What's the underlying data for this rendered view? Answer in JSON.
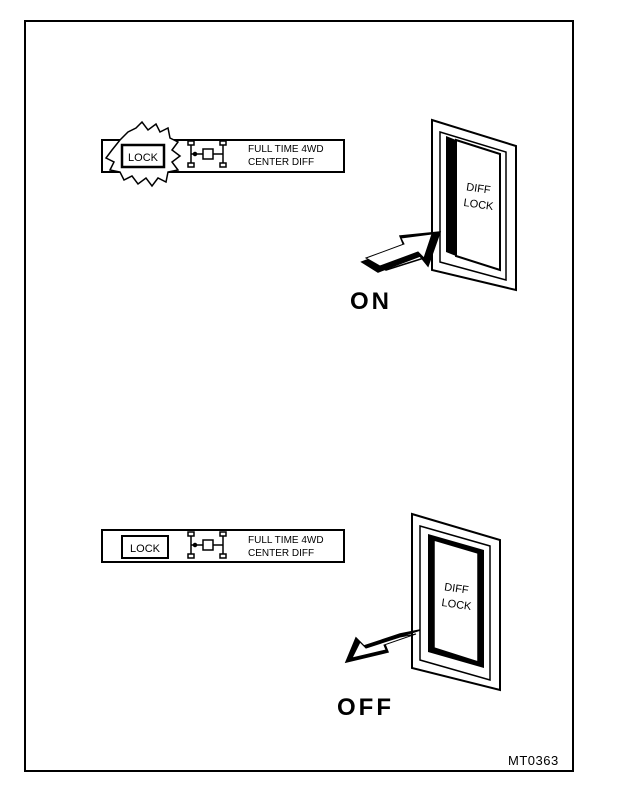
{
  "diagram": {
    "on_state": {
      "indicator": {
        "lock_text": "LOCK",
        "line1": "FULL TIME 4WD",
        "line2": "CENTER DIFF",
        "lit": true
      },
      "switch": {
        "line1": "DIFF",
        "line2": "LOCK"
      },
      "label": "ON"
    },
    "off_state": {
      "indicator": {
        "lock_text": "LOCK",
        "line1": "FULL TIME 4WD",
        "line2": "CENTER DIFF",
        "lit": false
      },
      "switch": {
        "line1": "DIFF",
        "line2": "LOCK"
      },
      "label": "OFF"
    },
    "figure_code": "MT0363"
  }
}
